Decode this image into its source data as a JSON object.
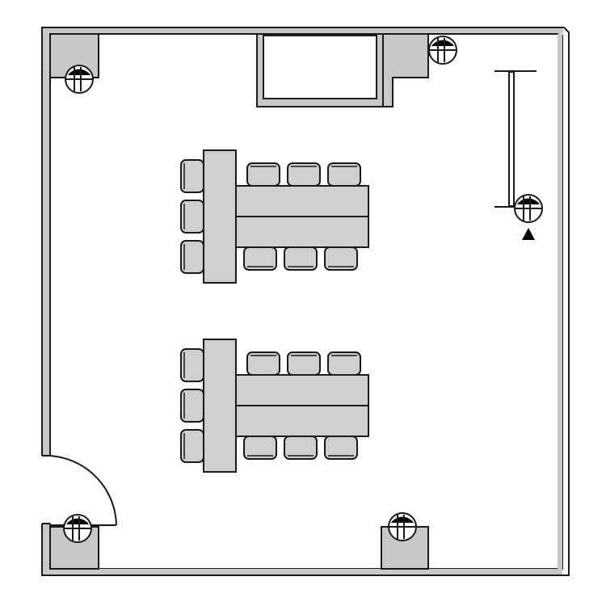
{
  "plan": {
    "colors": {
      "background": "#ffffff",
      "wall_fill": "#c8c8c8",
      "furniture_fill": "#cfcfcf",
      "outline": "#1a1a1a",
      "floor": "#ffffff"
    },
    "icons": {
      "ceiling_fixture": "circle-crosshair-fixture-icon",
      "projection_screen": "pull-down-screen-icon",
      "direction_marker": "triangle-marker-icon"
    },
    "tables": [
      {
        "name": "upper-conference-table",
        "chairs_head_side": 3,
        "chairs_top_side": 3,
        "chairs_bottom_side": 3
      },
      {
        "name": "lower-conference-table",
        "chairs_head_side": 3,
        "chairs_top_side": 3,
        "chairs_bottom_side": 3
      }
    ],
    "fixture_count": 5,
    "door_count": 1
  }
}
